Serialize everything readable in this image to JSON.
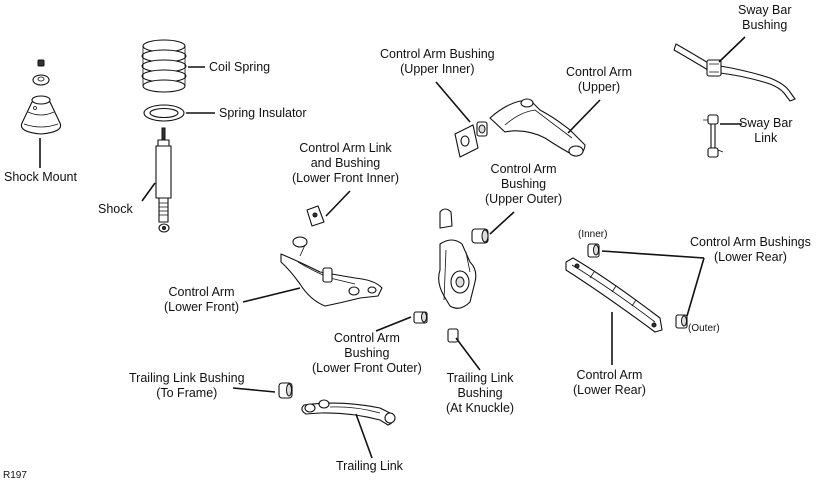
{
  "labels": {
    "sway_bar_bushing": [
      "Sway Bar",
      "Bushing"
    ],
    "coil_spring": "Coil Spring",
    "control_arm_bushing_upper_inner": [
      "Control Arm Bushing",
      "(Upper Inner)"
    ],
    "control_arm_upper": [
      "Control Arm",
      "(Upper)"
    ],
    "spring_insulator": "Spring Insulator",
    "sway_bar_link": [
      "Sway Bar",
      "Link"
    ],
    "shock_mount": "Shock Mount",
    "control_arm_link_bushing": [
      "Control Arm Link",
      "and Bushing",
      "(Lower Front Inner)"
    ],
    "control_arm_bushing_upper_outer": [
      "Control Arm",
      "Bushing",
      "(Upper Outer)"
    ],
    "shock": "Shock",
    "inner": "(Inner)",
    "control_arm_bushings_lower_rear": [
      "Control Arm Bushings",
      "(Lower Rear)"
    ],
    "control_arm_lower_front": [
      "Control Arm",
      "(Lower Front)"
    ],
    "outer": "(Outer)",
    "control_arm_bushing_lower_front_outer": [
      "Control Arm",
      "Bushing",
      "(Lower Front Outer)"
    ],
    "control_arm_lower_rear": [
      "Control Arm",
      "(Lower Rear)"
    ],
    "trailing_link_bushing_frame": [
      "Trailing Link Bushing",
      "(To Frame)"
    ],
    "trailing_link_bushing_knuckle": [
      "Trailing Link",
      "Bushing",
      "(At Knuckle)"
    ],
    "trailing_link": "Trailing Link",
    "figure_code": "R197"
  }
}
